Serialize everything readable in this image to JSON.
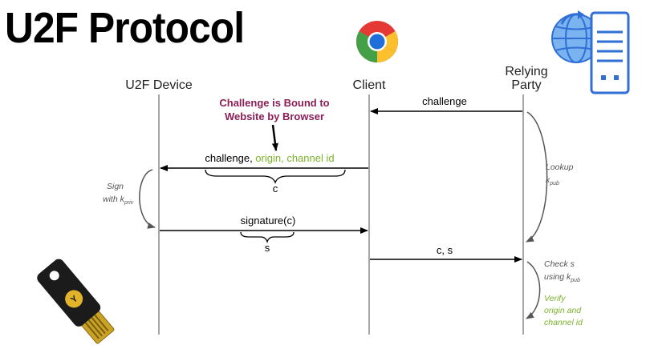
{
  "title": "U2F Protocol",
  "lanes": {
    "device": "U2F Device",
    "client": "Client",
    "rp_line1": "Relying",
    "rp_line2": "Party"
  },
  "callout": {
    "line1": "Challenge is Bound to",
    "line2": "Website by Browser"
  },
  "messages": {
    "challenge": "challenge",
    "register_part1": "challenge, ",
    "register_part2": "origin, channel id",
    "c_label": "c",
    "signature": "signature(c)",
    "s_label": "s",
    "cs": "c, s"
  },
  "notes": {
    "sign_line1": "Sign",
    "sign_line2": "with k",
    "sign_sub": "priv",
    "lookup_line1": "Lookup",
    "lookup_line2": "k",
    "lookup_sub": "pub",
    "check_line1": "Check s",
    "check_line2": "using k",
    "check_sub": "pub",
    "verify_line1": "Verify",
    "verify_line2": "origin and",
    "verify_line3": "channel id"
  },
  "icons": {
    "browser": "chrome-logo-icon",
    "server": "server-globe-icon",
    "key": "security-key-icon"
  },
  "colors": {
    "callout": "#8b1e57",
    "green": "#7cb32c",
    "arrow": "#000000",
    "note": "#555555",
    "lifeline": "#888888",
    "server_blue": "#2f6fd6"
  }
}
